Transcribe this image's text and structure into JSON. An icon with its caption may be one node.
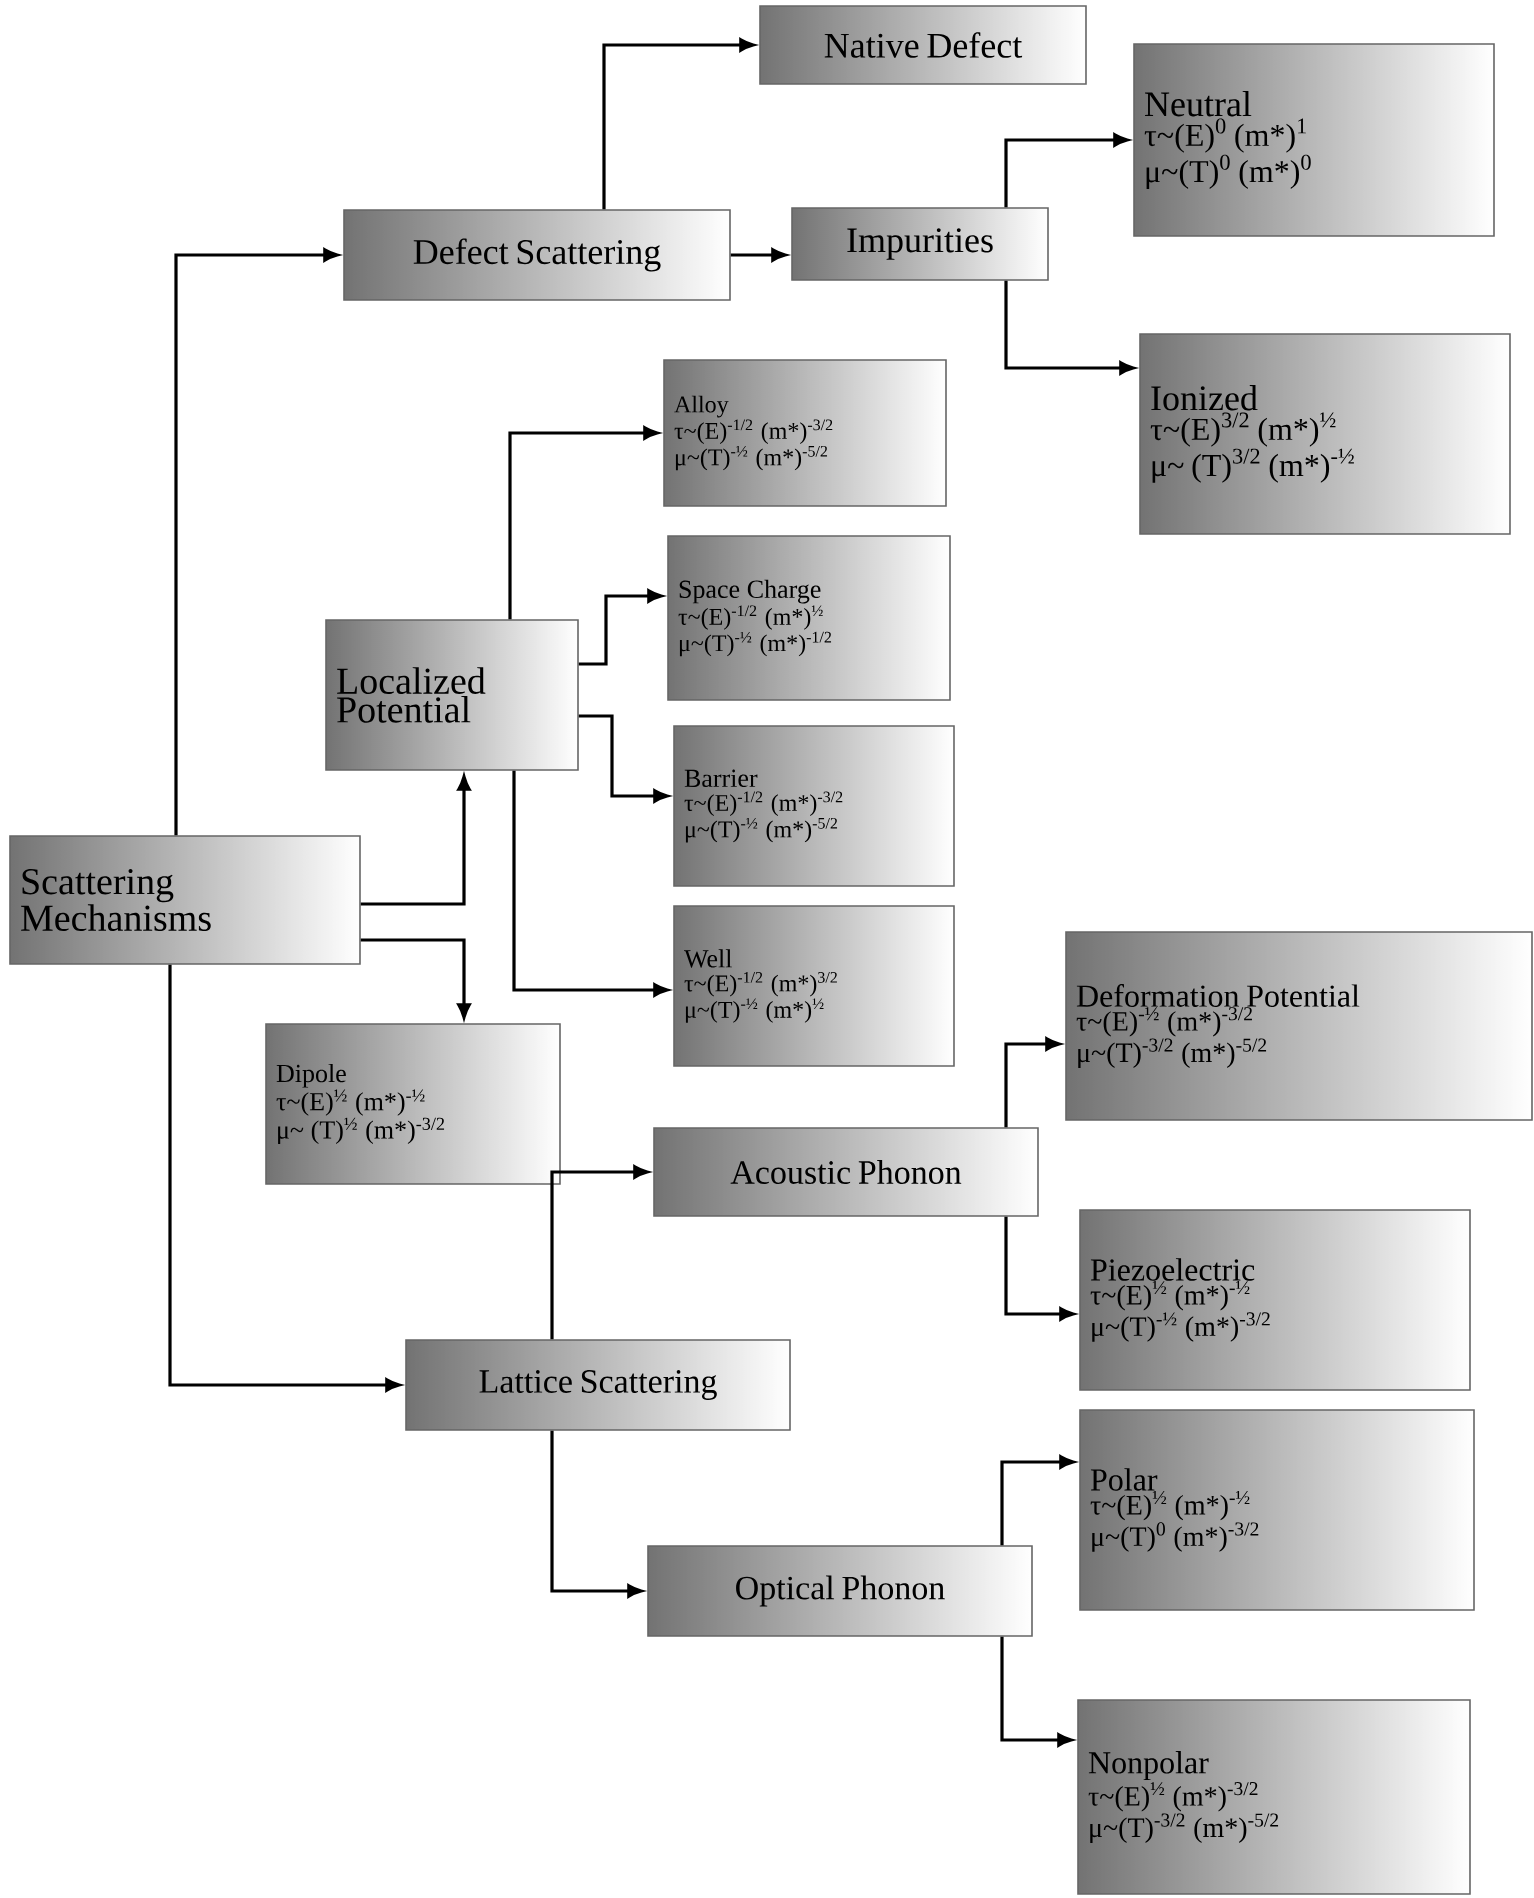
{
  "diagram": {
    "nodes": [
      {
        "text": [
          "Scattering Mechanisms"
        ]
      },
      {
        "text": [
          "Defect Scattering"
        ]
      },
      {
        "text": [
          "Native Defect"
        ]
      },
      {
        "text": [
          "Impurities"
        ]
      },
      {
        "text": [
          "Neutral",
          "τ~(E)$^{0}$ (m*)$^{1}$",
          "μ~(T)$^{0}$ (m*)$^{0}$"
        ]
      },
      {
        "text": [
          "Ionized",
          "τ~(E)$^{3/2}$ (m*)$^{½}$",
          "μ~ (T)$^{3/2}$ (m*)$^{-½}$"
        ]
      },
      {
        "text": [
          "Localized Potential"
        ]
      },
      {
        "text": [
          "Alloy",
          "τ~(E)$^{-1/2}$ (m*)$^{-3/2}$",
          "μ~(T)$^{-½}$ (m*)$^{-5/2}$"
        ]
      },
      {
        "text": [
          "Space Charge",
          "τ~(E)$^{-1/2}$ (m*)$^{½}$",
          "μ~(T)$^{-½}$ (m*)$^{-1/2}$"
        ]
      },
      {
        "text": [
          "Barrier",
          "τ~(E)$^{-1/2}$ (m*)$^{-3/2}$",
          "μ~(T)$^{-½}$ (m*)$^{-5/2}$"
        ]
      },
      {
        "text": [
          "Well",
          "τ~(E)$^{-1/2}$ (m*)$^{3/2}$",
          "μ~(T)$^{-½}$ (m*)$^{½}$"
        ]
      },
      {
        "text": [
          "Dipole",
          "τ~(E)$^{½}$ (m*)$^{-½}$",
          "μ~ (T)$^{½}$ (m*)$^{-3/2}$"
        ]
      },
      {
        "text": [
          "Lattice Scattering"
        ]
      },
      {
        "text": [
          "Acoustic Phonon"
        ]
      },
      {
        "text": [
          "Deformation Potential",
          "τ~(E)$^{-½}$ (m*)$^{-3/2}$",
          "μ~(T)$^{-3/2}$ (m*)$^{-5/2}$"
        ]
      },
      {
        "text": [
          "Piezoelectric",
          "τ~(E)$^{½}$ (m*)$^{-½}$",
          "μ~(T)$^{-½}$ (m*)$^{-3/2}$"
        ]
      },
      {
        "text": [
          "Optical Phonon"
        ]
      },
      {
        "text": [
          "Polar",
          "τ~(E)$^{½}$ (m*)$^{-½}$",
          "μ~(T)$^{0}$ (m*)$^{-3/2}$"
        ]
      },
      {
        "text": [
          "Nonpolar",
          "τ~(E)$^{½}$ (m*)$^{-3/2}$",
          "μ~(T)$^{-3/2}$ (m*)$^{-5/2}$"
        ]
      }
    ],
    "edges": [
      {
        "from": 0,
        "to": 1,
        "arrow": "to"
      },
      {
        "from": 1,
        "to": 2,
        "arrow": "to"
      },
      {
        "from": 1,
        "to": 3,
        "arrow": "to"
      },
      {
        "from": 3,
        "to": 4,
        "arrow": "to"
      },
      {
        "from": 3,
        "to": 5,
        "arrow": "to"
      },
      {
        "from": 0,
        "to": 6,
        "arrow": "to"
      },
      {
        "from": 6,
        "to": 7,
        "arrow": "to"
      },
      {
        "from": 6,
        "to": 8,
        "arrow": "to"
      },
      {
        "from": 6,
        "to": 9,
        "arrow": "to"
      },
      {
        "from": 6,
        "to": 10,
        "arrow": "to"
      },
      {
        "from": 0,
        "to": 11,
        "arrow": "to"
      },
      {
        "from": 0,
        "to": 12,
        "arrow": "to"
      },
      {
        "from": 12,
        "to": 13,
        "arrow": "to"
      },
      {
        "from": 12,
        "to": 16,
        "arrow": "to"
      },
      {
        "from": 13,
        "to": 14,
        "arrow": "to"
      },
      {
        "from": 13,
        "to": 15,
        "arrow": "to"
      },
      {
        "from": 16,
        "to": 17,
        "arrow": "to"
      },
      {
        "from": 16,
        "to": 18,
        "arrow": "to"
      }
    ]
  }
}
